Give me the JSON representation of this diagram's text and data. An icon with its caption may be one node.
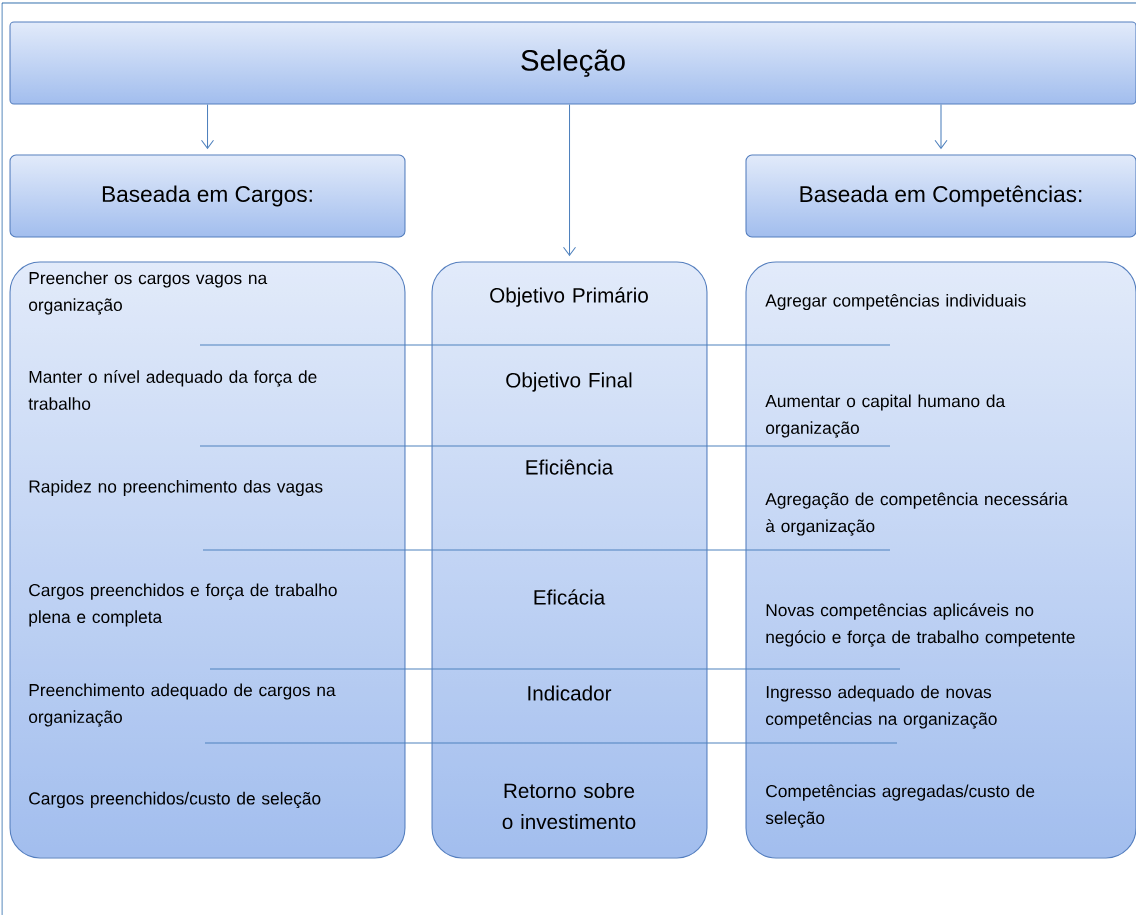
{
  "diagram": {
    "nodes": [
      {
        "text": [
          "Seleção"
        ]
      },
      {
        "text": [
          "Baseada em Cargos:"
        ]
      },
      {
        "text": [
          "Baseada em Competências:"
        ]
      },
      {
        "text": [
          "Preencher os cargos vagos na organização",
          "Manter o nível adequado da força de trabalho",
          "Rapidez no preenchimento das vagas",
          "Cargos preenchidos e força de trabalho plena e completa",
          "Preenchimento adequado de cargos na organização",
          "Cargos preenchidos/custo de seleção"
        ]
      },
      {
        "text": [
          "Objetivo Primário",
          "Objetivo Final",
          "Eficiência",
          "Eficácia",
          "Indicador",
          "Retorno sobre o investimento"
        ]
      },
      {
        "text": [
          "Agregar competências individuais",
          "Aumentar o capital humano da organização",
          "Agregação de competência necessária à organização",
          "Novas competências aplicáveis no negócio e força de trabalho competente",
          "Ingresso adequado de novas competências na organização",
          "Competências agregadas/custo de seleção"
        ]
      }
    ],
    "edges": [
      {
        "from": 0,
        "to": 1,
        "arrow": "to"
      },
      {
        "from": 0,
        "to": 4,
        "arrow": "to"
      },
      {
        "from": 0,
        "to": 2,
        "arrow": "to"
      }
    ]
  }
}
